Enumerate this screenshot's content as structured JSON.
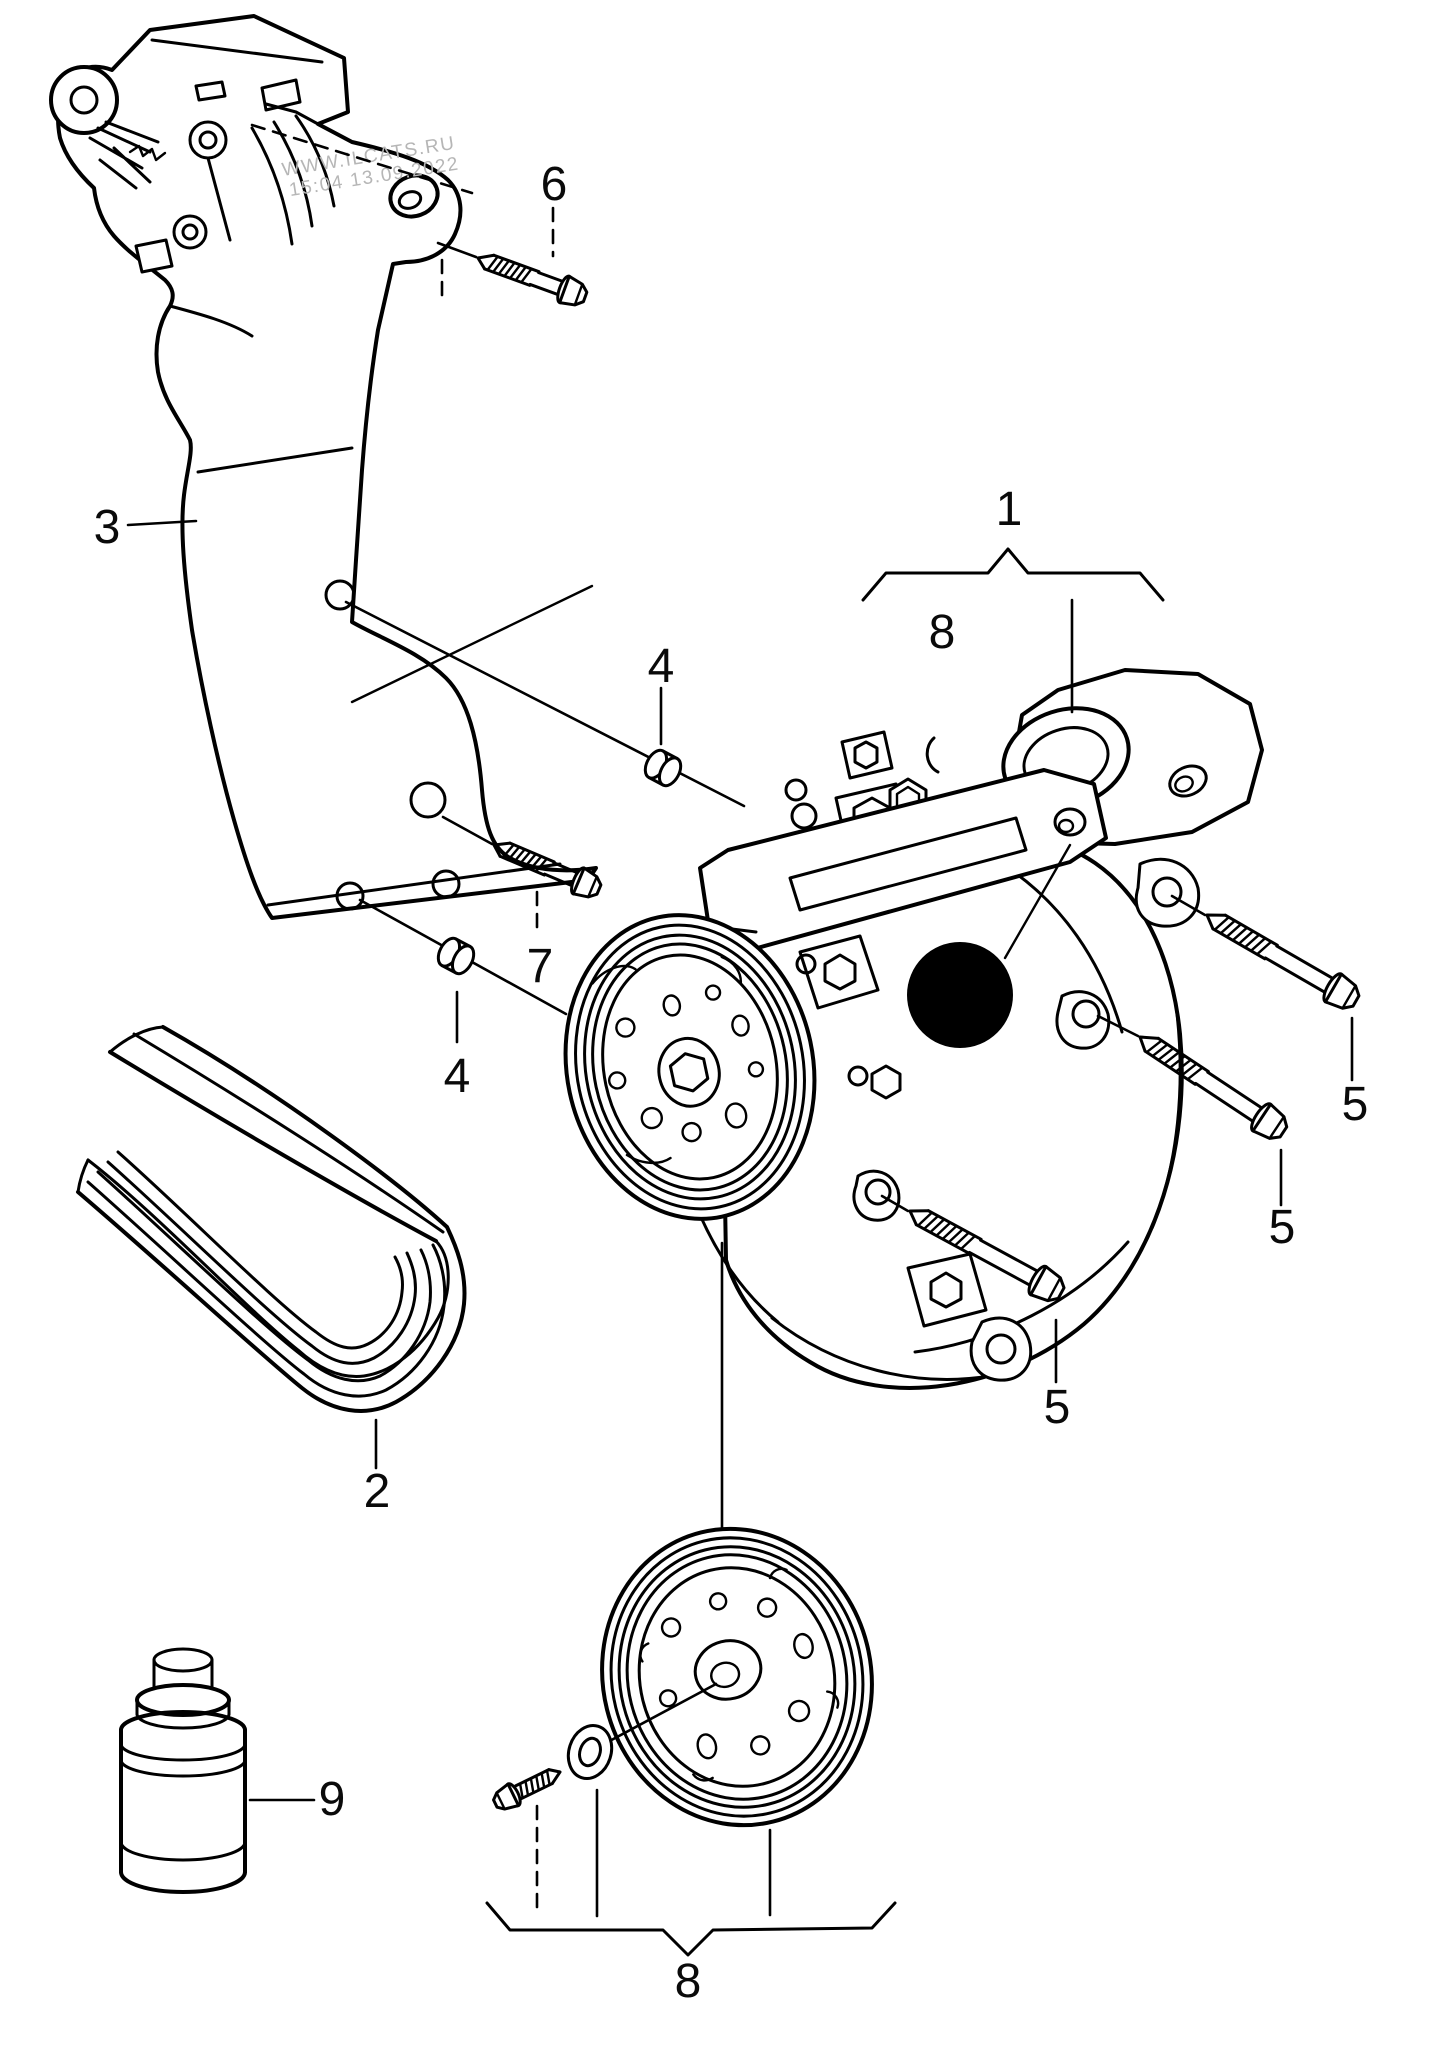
{
  "diagram": {
    "background": "#ffffff",
    "line_color": "#000000",
    "watermark": {
      "line1": "WWW.ILCATS.RU",
      "line2": "15:04 13.09.2022",
      "color": "#b6b6b6"
    },
    "callouts": {
      "compressor": "1",
      "belt": "2",
      "bracket": "3",
      "bushing_upper": "4",
      "bushing_lower": "4",
      "bolt_right_upper": "5",
      "bolt_right_mid": "5",
      "bolt_bottom": "5",
      "bolt_top": "6",
      "bolt_bracket": "7",
      "assembly_top": "8",
      "pulley_assembly": "8",
      "oil_bottle": "9"
    }
  }
}
